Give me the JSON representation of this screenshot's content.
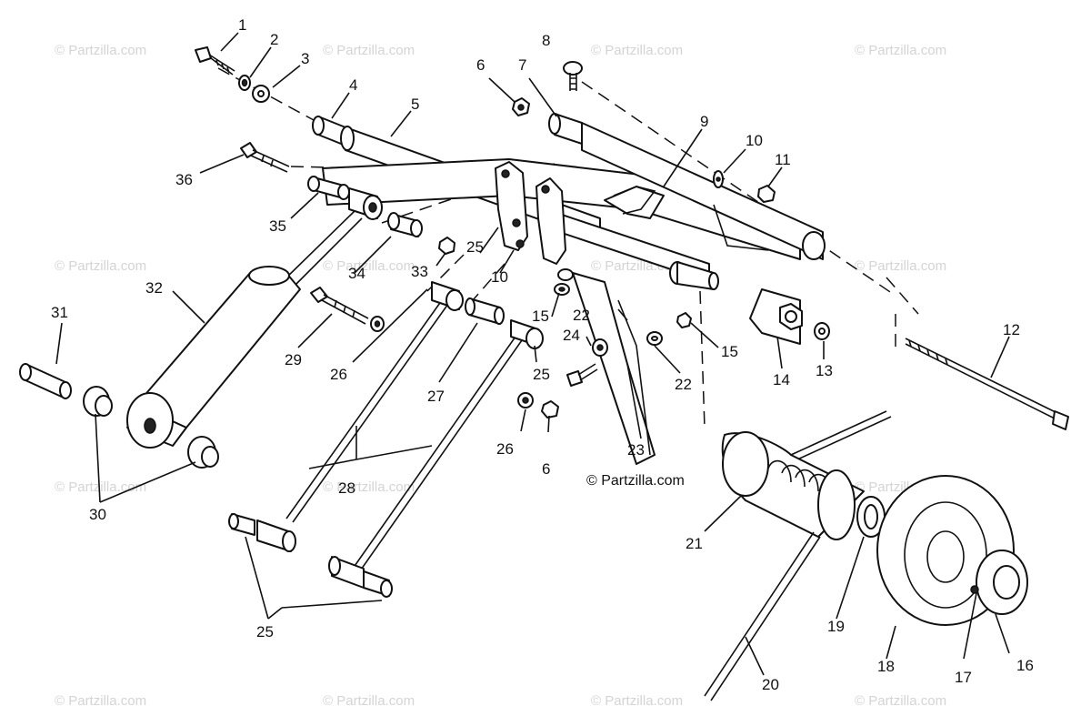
{
  "watermark_text": "© Partzilla.com",
  "copyright_text": "© Partzilla.com",
  "callouts": [
    {
      "id": "c1",
      "text": "1"
    },
    {
      "id": "c2",
      "text": "2"
    },
    {
      "id": "c3",
      "text": "3"
    },
    {
      "id": "c4",
      "text": "4"
    },
    {
      "id": "c5",
      "text": "5"
    },
    {
      "id": "c6a",
      "text": "6"
    },
    {
      "id": "c7",
      "text": "7"
    },
    {
      "id": "c8",
      "text": "8"
    },
    {
      "id": "c9",
      "text": "9"
    },
    {
      "id": "c10a",
      "text": "10"
    },
    {
      "id": "c11",
      "text": "11"
    },
    {
      "id": "c12",
      "text": "12"
    },
    {
      "id": "c13",
      "text": "13"
    },
    {
      "id": "c14",
      "text": "14"
    },
    {
      "id": "c15a",
      "text": "15"
    },
    {
      "id": "c15b",
      "text": "15"
    },
    {
      "id": "c16",
      "text": "16"
    },
    {
      "id": "c17",
      "text": "17"
    },
    {
      "id": "c18",
      "text": "18"
    },
    {
      "id": "c19",
      "text": "19"
    },
    {
      "id": "c20",
      "text": "20"
    },
    {
      "id": "c21",
      "text": "21"
    },
    {
      "id": "c22a",
      "text": "22"
    },
    {
      "id": "c22b",
      "text": "22"
    },
    {
      "id": "c23",
      "text": "23"
    },
    {
      "id": "c24",
      "text": "24"
    },
    {
      "id": "c25a",
      "text": "25"
    },
    {
      "id": "c25b",
      "text": "25"
    },
    {
      "id": "c25c",
      "text": "25"
    },
    {
      "id": "c26a",
      "text": "26"
    },
    {
      "id": "c26b",
      "text": "26"
    },
    {
      "id": "c6b",
      "text": "6"
    },
    {
      "id": "c27",
      "text": "27"
    },
    {
      "id": "c28",
      "text": "28"
    },
    {
      "id": "c29",
      "text": "29"
    },
    {
      "id": "c30",
      "text": "30"
    },
    {
      "id": "c31",
      "text": "31"
    },
    {
      "id": "c32",
      "text": "32"
    },
    {
      "id": "c33",
      "text": "33"
    },
    {
      "id": "c34",
      "text": "34"
    },
    {
      "id": "c35",
      "text": "35"
    },
    {
      "id": "c36",
      "text": "36"
    },
    {
      "id": "c10b",
      "text": "10"
    }
  ]
}
